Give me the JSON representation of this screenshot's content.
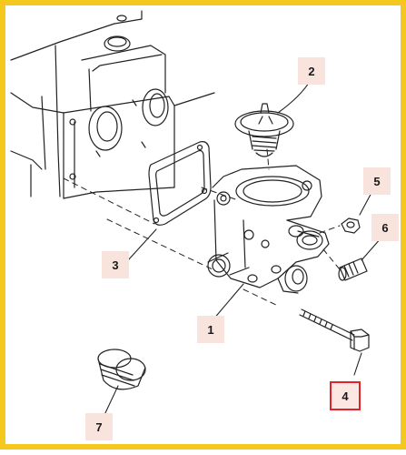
{
  "diagram": {
    "border_color": "#f4c81c",
    "callout_bg": "#f8e3dd",
    "selected_border": "#e0242a",
    "callouts": [
      {
        "id": "1",
        "label": "1"
      },
      {
        "id": "2",
        "label": "2"
      },
      {
        "id": "3",
        "label": "3"
      },
      {
        "id": "4",
        "label": "4",
        "selected": true
      },
      {
        "id": "5",
        "label": "5"
      },
      {
        "id": "6",
        "label": "6"
      },
      {
        "id": "7",
        "label": "7"
      }
    ]
  }
}
